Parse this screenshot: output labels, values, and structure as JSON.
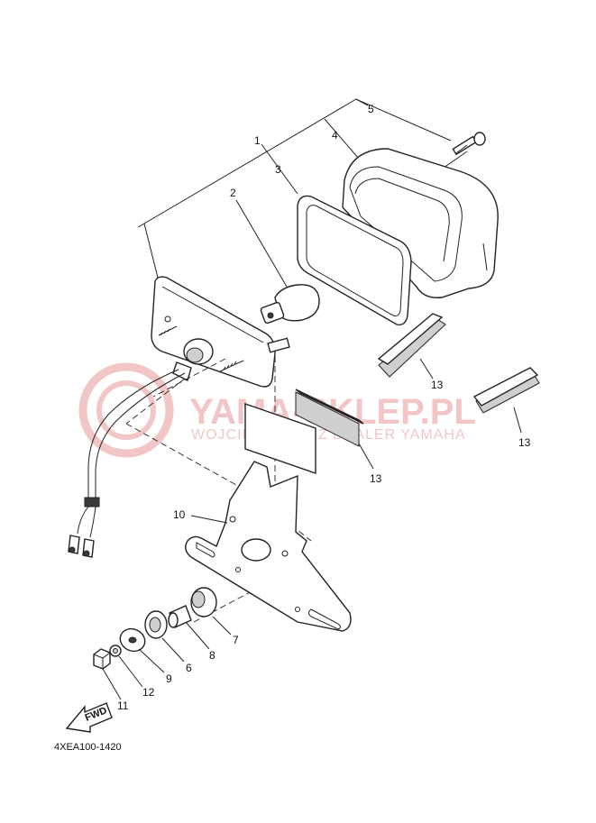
{
  "watermark": {
    "brand": "YAMA-SKLEP.PL",
    "tagline": "WOJCIECHOWICZ DEALER YAMAHA",
    "color": "#f2c6c6"
  },
  "diagram_code": "4XEA100-1420",
  "fwd_label": "FWD",
  "callouts": {
    "c1": "1",
    "c2": "2",
    "c3": "3",
    "c4": "4",
    "c5": "5",
    "c6": "6",
    "c7": "7",
    "c8": "8",
    "c9": "9",
    "c10": "10",
    "c11": "11",
    "c12": "12",
    "c13a": "13",
    "c13b": "13",
    "c13c": "13"
  }
}
